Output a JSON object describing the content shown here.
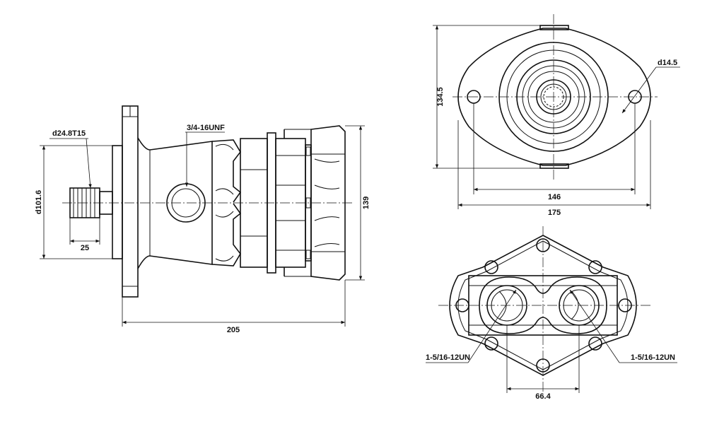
{
  "labels": {
    "spline": "d24.8T15",
    "pilot_diameter": "d101.6",
    "shaft_length": "25",
    "case_port": "3/4-16UNF",
    "overall_length": "205",
    "height_side": "139",
    "flange_height": "134.5",
    "bolt_hole": "d14.5",
    "bolt_spacing": "146",
    "flange_width": "175",
    "port_left": "1-5/16-12UN",
    "port_right": "1-5/16-12UN",
    "port_spacing": "66.4"
  }
}
